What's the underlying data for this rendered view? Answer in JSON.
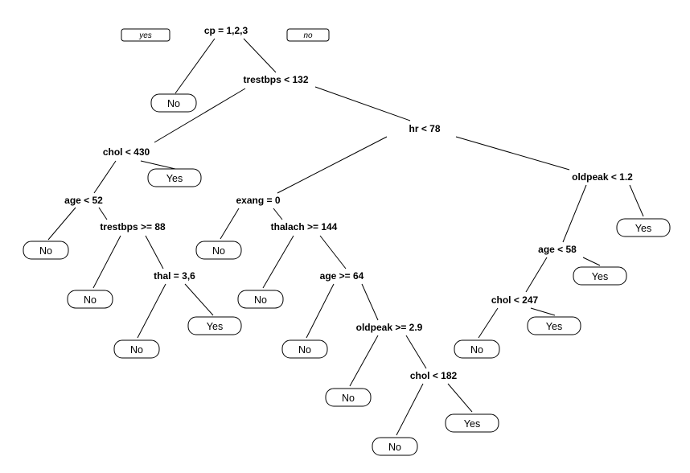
{
  "legend": {
    "yes_label": "yes",
    "no_label": "no"
  },
  "splits": {
    "root": "cp = 1,2,3",
    "n_trestbps132": "trestbps < 132",
    "n_hr78": "hr < 78",
    "n_chol430": "chol < 430",
    "n_age52": "age < 52",
    "n_trestbps88": "trestbps >= 88",
    "n_thal": "thal = 3,6",
    "n_exang": "exang = 0",
    "n_thalach144": "thalach >= 144",
    "n_age64": "age >= 64",
    "n_oldpeak29": "oldpeak >= 2.9",
    "n_chol182": "chol < 182",
    "n_oldpeak12": "oldpeak < 1.2",
    "n_age58": "age < 58",
    "n_chol247": "chol < 247"
  },
  "leaves": {
    "l_root_no": "No",
    "l_chol430_yes": "Yes",
    "l_age52_no": "No",
    "l_trestbps88_no": "No",
    "l_thal_no": "No",
    "l_thal_yes": "Yes",
    "l_exang_no": "No",
    "l_thalach144_no": "No",
    "l_age64_no": "No",
    "l_oldpeak29_no": "No",
    "l_chol182_no": "No",
    "l_chol182_yes": "Yes",
    "l_oldpeak12_yes": "Yes",
    "l_age58_yes": "Yes",
    "l_chol247_no": "No",
    "l_chol247_yes": "Yes"
  }
}
